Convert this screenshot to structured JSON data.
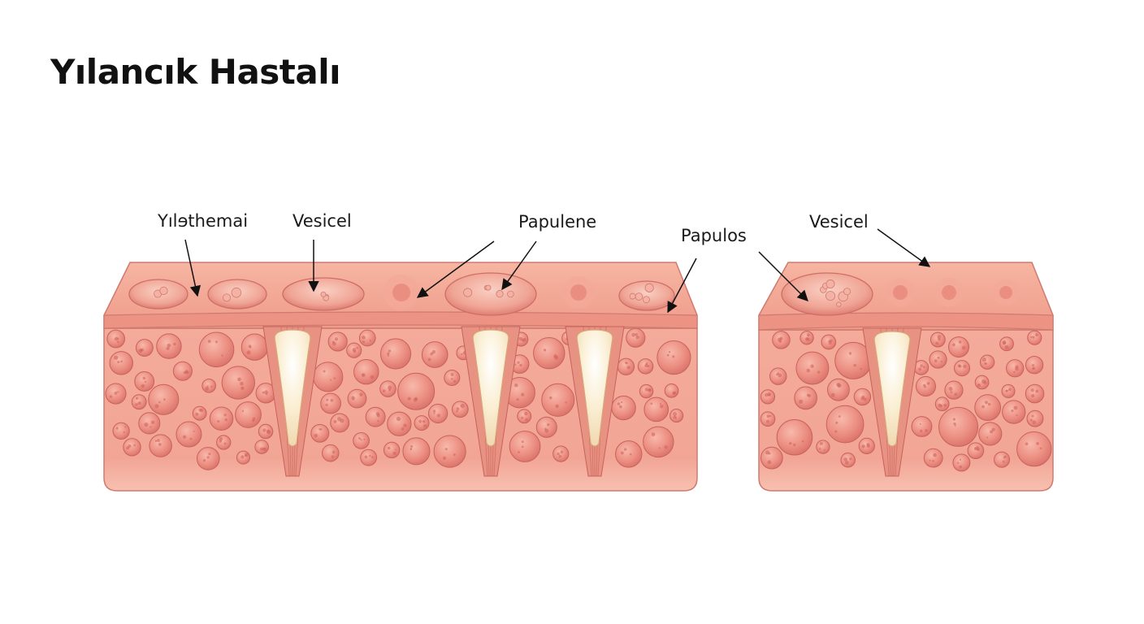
{
  "title": "Yılancık Hastalı",
  "labels": [
    {
      "id": "label-1",
      "text": "Yılɘthemai"
    },
    {
      "id": "label-2",
      "text": "Vesicel"
    },
    {
      "id": "label-3",
      "text": "Papulene"
    },
    {
      "id": "label-4",
      "text": "Papulos"
    },
    {
      "id": "label-5",
      "text": "Vesicel"
    }
  ],
  "colors": {
    "skin_light": "#f7c3b3",
    "skin_mid": "#ef9c8c",
    "skin_dark": "#d86e65",
    "outline": "#c8625c",
    "follicle": "#fbf0d8",
    "text": "#1a1a1a"
  }
}
